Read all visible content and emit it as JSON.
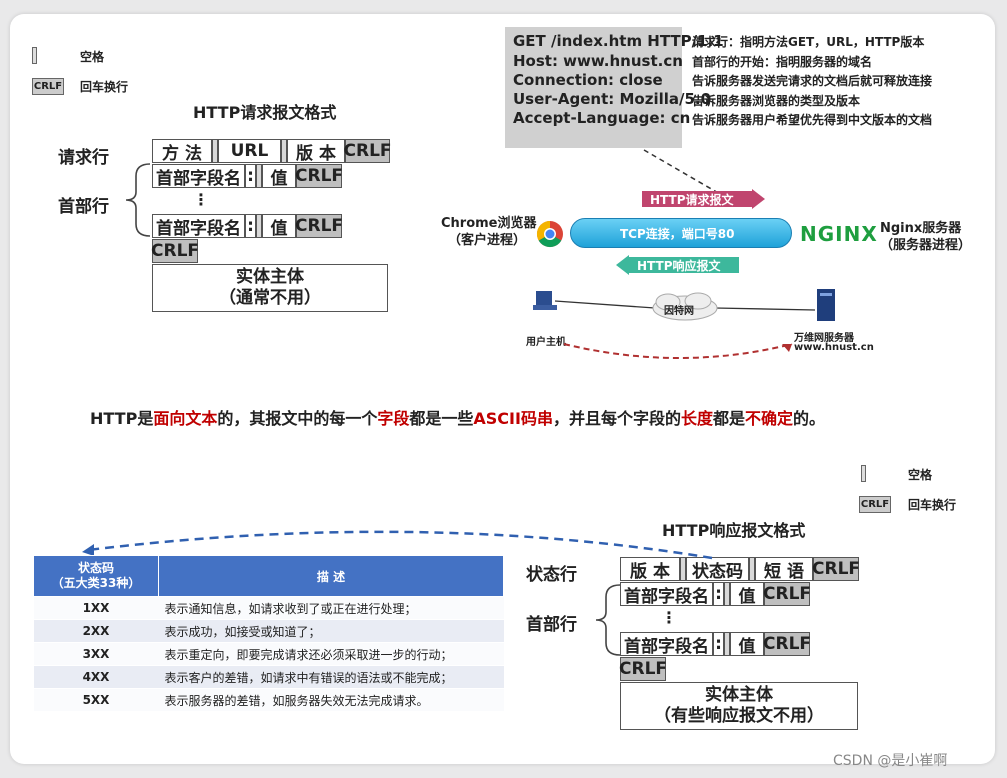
{
  "legend_top": {
    "space_label": "空格",
    "crlf_box": "CRLF",
    "crlf_label": "回车换行"
  },
  "request": {
    "title": "HTTP请求报文格式",
    "row_labels": {
      "request_line": "请求行",
      "header_lines": "首部行"
    },
    "method": "方 法",
    "url": "URL",
    "version": "版 本",
    "crlf": "CRLF",
    "field_name": "首部字段名",
    "colon": ":",
    "value": "值",
    "dots": "⋮",
    "body_line1": "实体主体",
    "body_line2": "（通常不用）"
  },
  "example_request": {
    "lines": [
      "GET /index.htm HTTP/1.1",
      "Host: www.hnust.cn",
      "Connection: close",
      "User-Agent:  Mozilla/5.0",
      "Accept-Language: cn"
    ],
    "notes": [
      "请求行：指明方法GET，URL，HTTP版本",
      "首部行的开始：指明服务器的域名",
      "告诉服务器发送完请求的文档后就可释放连接",
      "告诉服务器浏览器的类型及版本",
      "告诉服务器用户希望优先得到中文版本的文档"
    ]
  },
  "network": {
    "browser_name": "Chrome浏览器",
    "browser_sub": "（客户进程）",
    "server_name": "Nginx服务器",
    "server_sub": "（服务器进程）",
    "nginx_logo": "NGINX",
    "request_banner": "HTTP请求报文",
    "tcp_label": "TCP连接，端口号80",
    "response_banner": "HTTP响应报文",
    "internet_label": "因特网",
    "user_host": "用户主机",
    "web_server": "万维网服务器",
    "web_server_domain": "www.hnust.cn",
    "colors": {
      "request": "#c0456e",
      "tcp": "#1fa2d9",
      "response": "#3db89c",
      "nginx": "#1e9e3f",
      "arrow": "#b03030"
    }
  },
  "sentence": {
    "p1": "HTTP是",
    "p2": "面向文本",
    "p3": "的，其报文中的每一个",
    "p4": "字段",
    "p5": "都是一些",
    "p6": "ASCII码串",
    "p7": "，并且每个字段的",
    "p8": "长度",
    "p9": "都是",
    "p10": "不确定",
    "p11": "的。"
  },
  "legend_bottom": {
    "space_label": "空格",
    "crlf_box": "CRLF",
    "crlf_label": "回车换行"
  },
  "response": {
    "title": "HTTP响应报文格式",
    "row_labels": {
      "status_line": "状态行",
      "header_lines": "首部行"
    },
    "version": "版 本",
    "status_code": "状态码",
    "phrase": "短 语",
    "crlf": "CRLF",
    "field_name": "首部字段名",
    "colon": ":",
    "value": "值",
    "dots": "⋮",
    "body_line1": "实体主体",
    "body_line2": "（有些响应报文不用）"
  },
  "status_table": {
    "header_code_line1": "状态码",
    "header_code_line2": "（五大类33种）",
    "header_desc": "描  述",
    "rows": [
      {
        "code": "1XX",
        "desc": "表示通知信息，如请求收到了或正在进行处理；"
      },
      {
        "code": "2XX",
        "desc": "表示成功，如接受或知道了；"
      },
      {
        "code": "3XX",
        "desc": "表示重定向，即要完成请求还必须采取进一步的行动；"
      },
      {
        "code": "4XX",
        "desc": "表示客户的差错，如请求中有错误的语法或不能完成；"
      },
      {
        "code": "5XX",
        "desc": "表示服务器的差错，如服务器失效无法完成请求。"
      }
    ]
  },
  "watermark": "CSDN @是小崔啊"
}
